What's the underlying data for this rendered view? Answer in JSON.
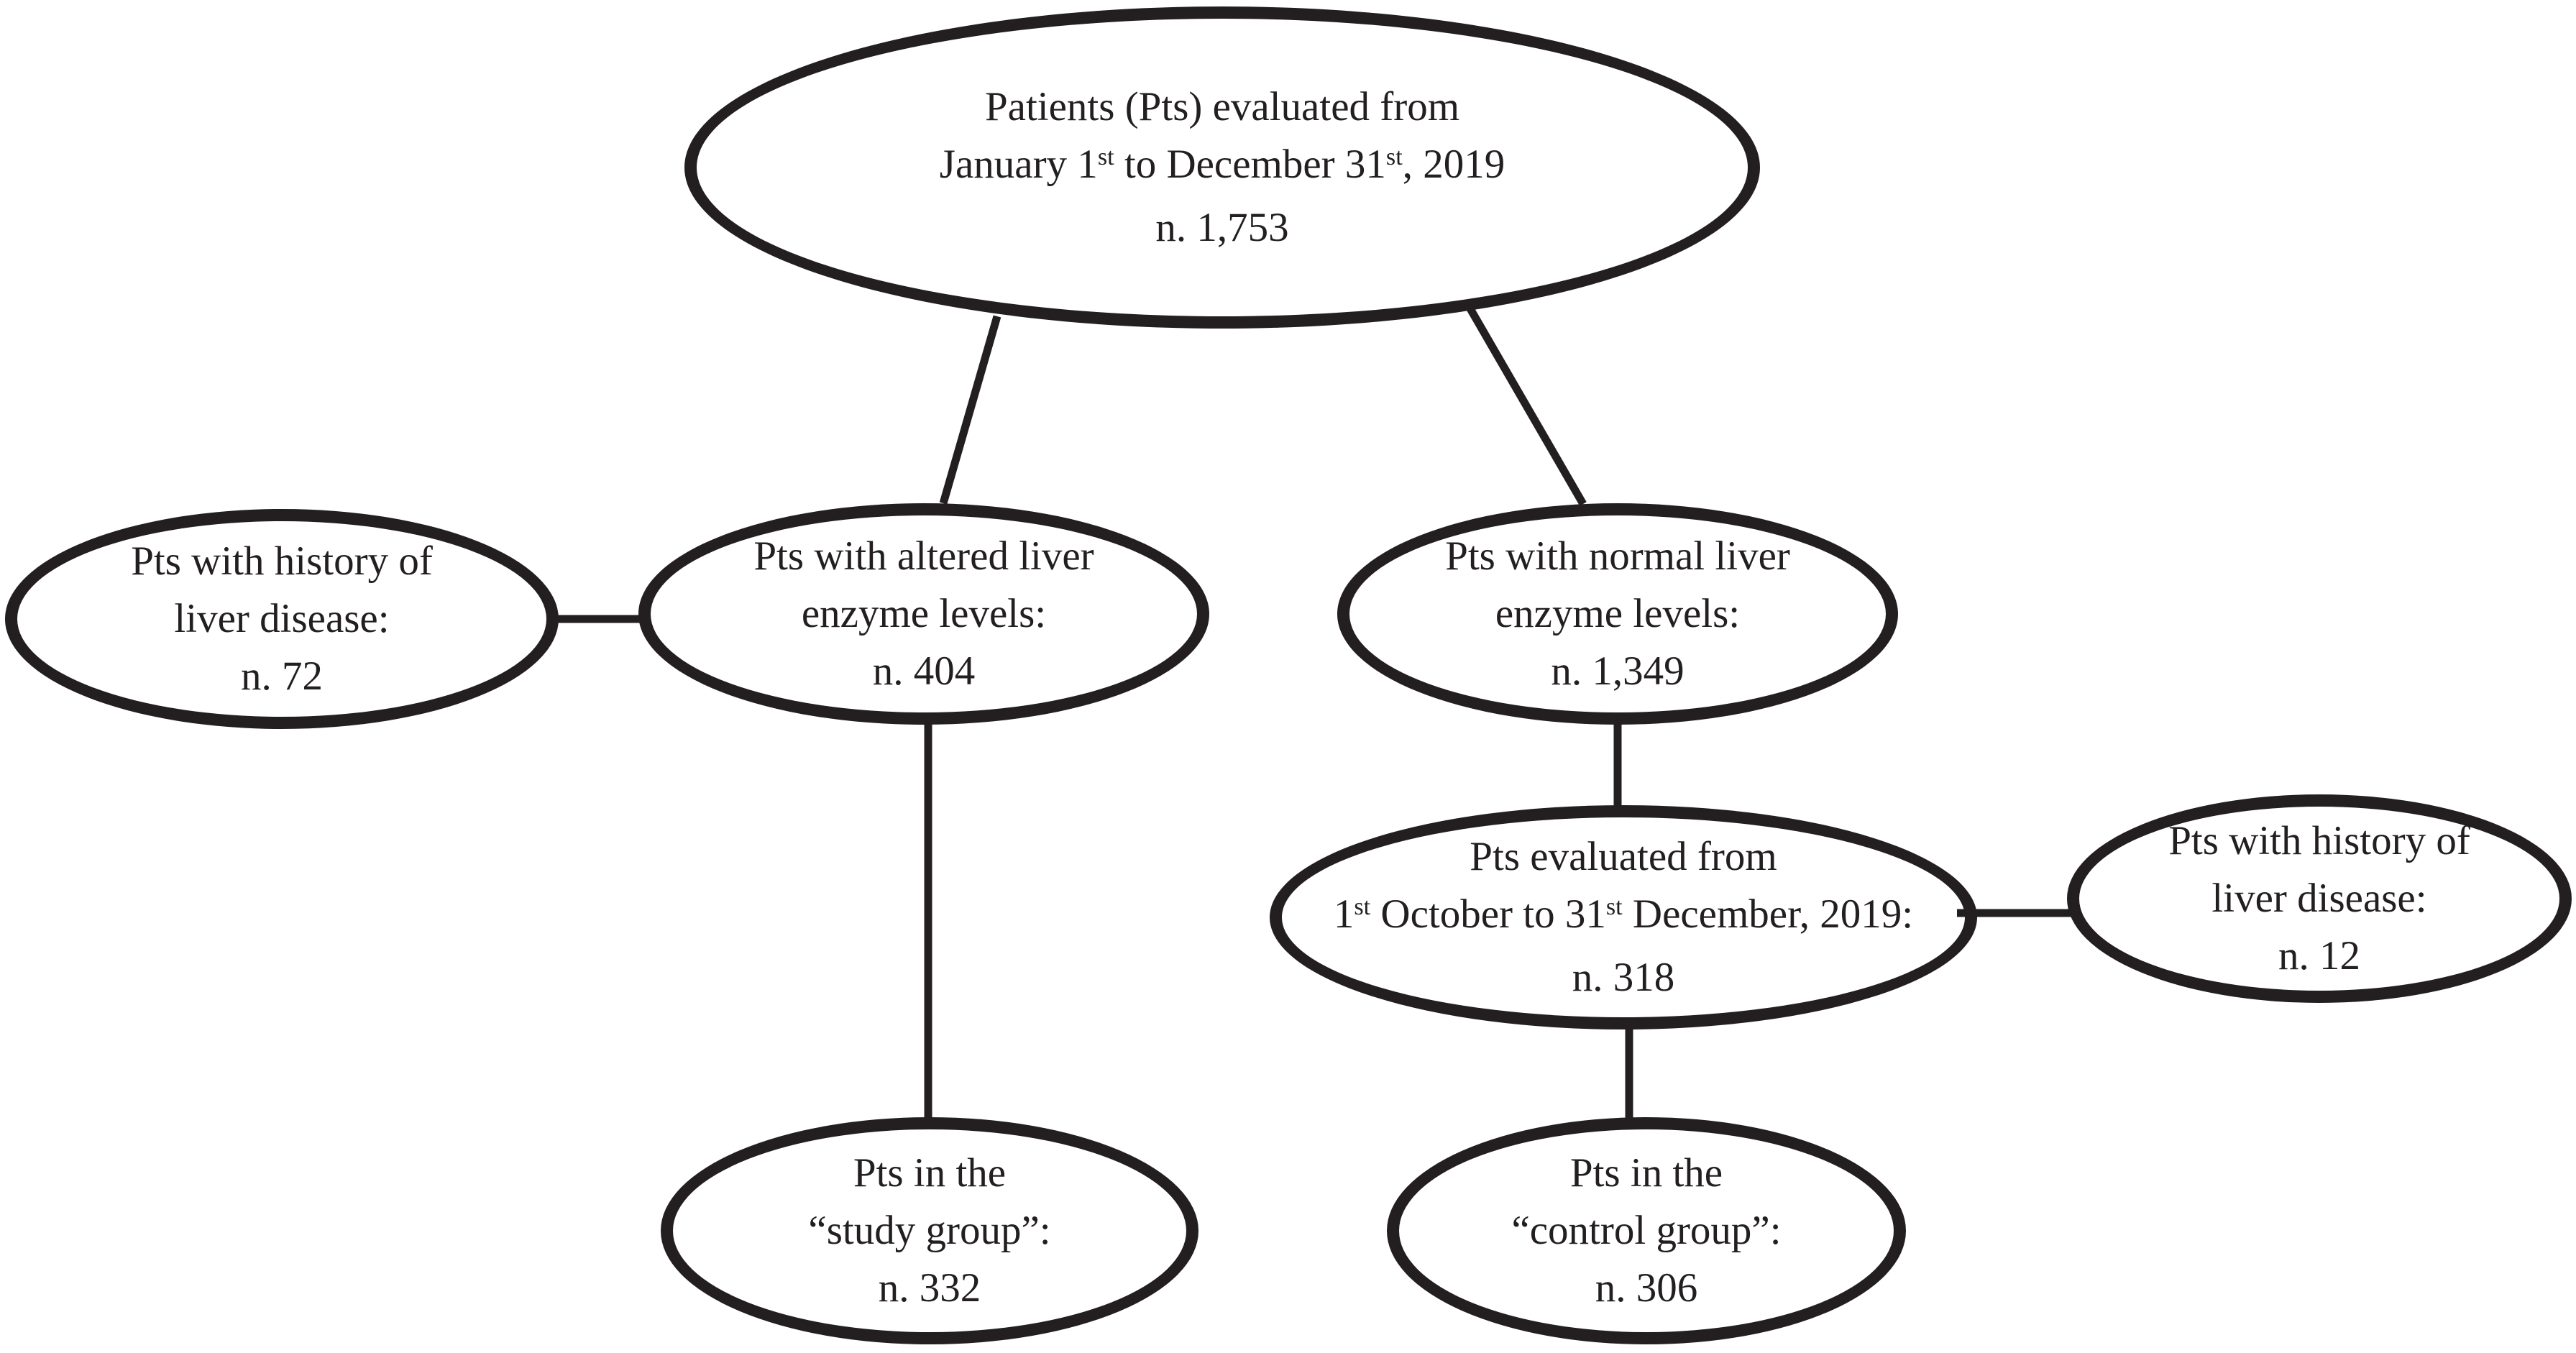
{
  "colors": {
    "background": "#ffffff",
    "ink": "#231f20"
  },
  "nodes": {
    "total": {
      "line1": "Patients (Pts) evaluated from",
      "line2": {
        "a": "January 1",
        "sup1": "st",
        "b": " to December 31",
        "sup2": "st",
        "c": ", 2019"
      },
      "line3": "n. 1,753"
    },
    "history72": {
      "line1": "Pts with history of",
      "line2": "liver disease:",
      "line3": "n. 72"
    },
    "altered": {
      "line1": "Pts with altered liver",
      "line2": "enzyme levels:",
      "line3": "n. 404"
    },
    "normal": {
      "line1": "Pts with normal liver",
      "line2": "enzyme levels:",
      "line3": "n. 1,349"
    },
    "eval_q4": {
      "line1": "Pts evaluated from",
      "line2": {
        "a": "1",
        "sup1": "st",
        "b": " October to 31",
        "sup2": "st",
        "c": " December, 2019:"
      },
      "line3": "n. 318"
    },
    "history12": {
      "line1": "Pts with history of",
      "line2": "liver disease:",
      "line3": "n. 12"
    },
    "study": {
      "line1": "Pts in the",
      "line2": "“study group”:",
      "line3": "n. 332"
    },
    "control": {
      "line1": "Pts in the",
      "line2": "“control group”:",
      "line3": "n. 306"
    }
  }
}
